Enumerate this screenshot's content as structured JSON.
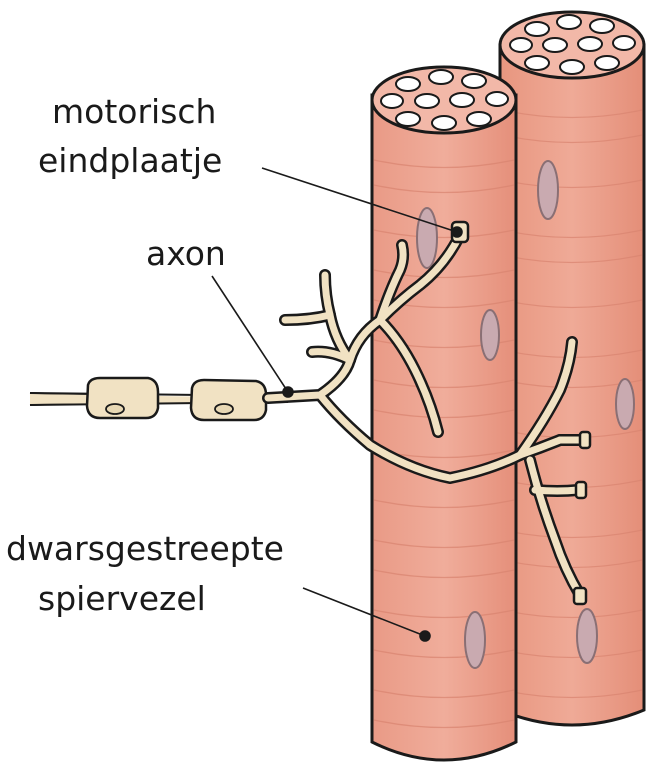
{
  "labels": {
    "motor_end_plate_line1": "motorisch",
    "motor_end_plate_line2": "eindplaatje",
    "axon": "axon",
    "muscle_fiber_line1": "dwarsgestreepte",
    "muscle_fiber_line2": "spiervezel"
  },
  "colors": {
    "muscle_fill": "#ea9f8a",
    "muscle_stripe": "#d98470",
    "muscle_top": "#f2b8a8",
    "nucleus_fill": "#c9aab0",
    "nerve_fill": "#f1e2c3",
    "outline": "#1a1a1a"
  }
}
